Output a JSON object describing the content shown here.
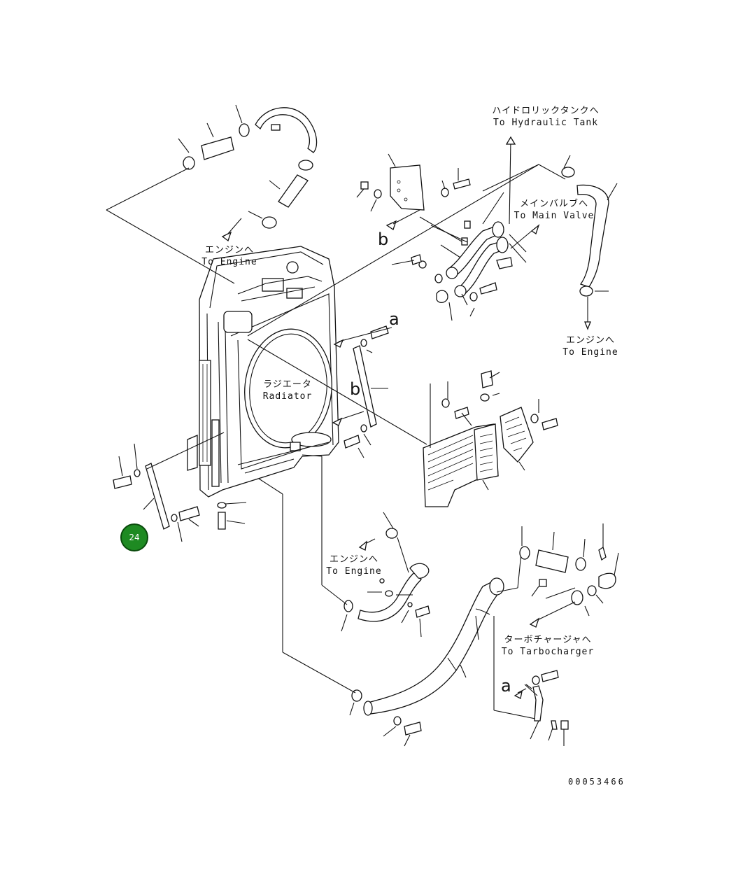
{
  "labels": {
    "hydraulic_tank": {
      "jp": "ハイドロリックタンクへ",
      "en": "To Hydraulic Tank"
    },
    "main_valve": {
      "jp": "メインバルブへ",
      "en": "To Main Valve"
    },
    "engine_top_left": {
      "jp": "エンジンへ",
      "en": "To Engine"
    },
    "engine_right": {
      "jp": "エンジンへ",
      "en": "To Engine"
    },
    "engine_lower": {
      "jp": "エンジンへ",
      "en": "To Engine"
    },
    "radiator": {
      "jp": "ラジエータ",
      "en": "Radiator"
    },
    "turbocharger": {
      "jp": "ターボチャージャへ",
      "en": "To Tarbocharger"
    }
  },
  "ref_letters": {
    "b_upper": "b",
    "b_middle": "b",
    "a_upper": "a",
    "a_lower": "a"
  },
  "callout_badge": {
    "number": "24",
    "color": "#1e8a22"
  },
  "document_id": "00053466",
  "colors": {
    "line": "#111111",
    "background": "#ffffff"
  }
}
